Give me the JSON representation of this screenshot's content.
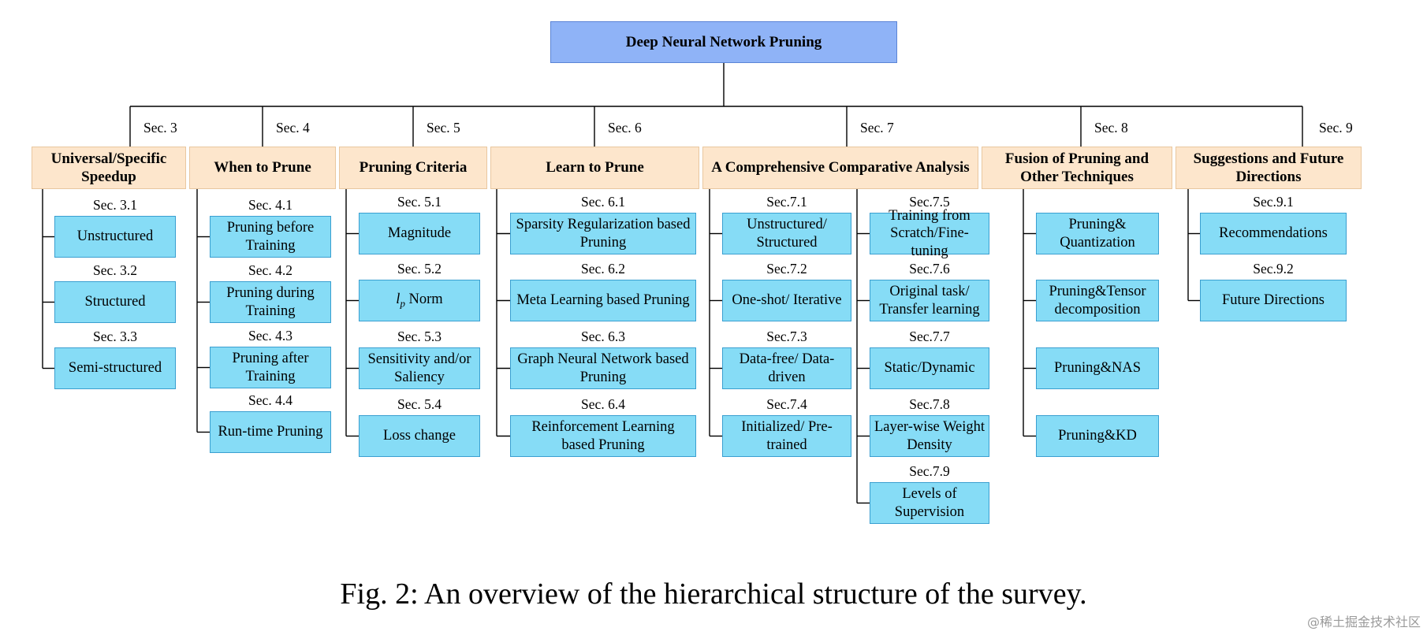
{
  "root": {
    "title": "Deep Neural Network Pruning"
  },
  "categories": [
    {
      "sec": "Sec. 3",
      "title": "Universal/Specific Speedup"
    },
    {
      "sec": "Sec. 4",
      "title": "When to Prune"
    },
    {
      "sec": "Sec. 5",
      "title": "Pruning Criteria"
    },
    {
      "sec": "Sec. 6",
      "title": "Learn to Prune"
    },
    {
      "sec": "Sec. 7",
      "title": "A Comprehensive Comparative Analysis"
    },
    {
      "sec": "Sec. 8",
      "title": "Fusion of Pruning and Other Techniques"
    },
    {
      "sec": "Sec. 9",
      "title": "Suggestions and Future Directions"
    }
  ],
  "leaves": {
    "s3": [
      {
        "label": "Sec. 3.1",
        "text": "Unstructured"
      },
      {
        "label": "Sec. 3.2",
        "text": "Structured"
      },
      {
        "label": "Sec. 3.3",
        "text": "Semi-structured"
      }
    ],
    "s4": [
      {
        "label": "Sec. 4.1",
        "text": "Pruning before Training"
      },
      {
        "label": "Sec. 4.2",
        "text": "Pruning during Training"
      },
      {
        "label": "Sec. 4.3",
        "text": "Pruning after Training"
      },
      {
        "label": "Sec. 4.4",
        "text": "Run-time Pruning"
      }
    ],
    "s5": [
      {
        "label": "Sec. 5.1",
        "text": "Magnitude"
      },
      {
        "label": "Sec. 5.2",
        "text": "lp Norm"
      },
      {
        "label": "Sec. 5.3",
        "text": "Sensitivity and/or Saliency"
      },
      {
        "label": "Sec. 5.4",
        "text": "Loss change"
      }
    ],
    "s6": [
      {
        "label": "Sec. 6.1",
        "text": "Sparsity Regularization based Pruning"
      },
      {
        "label": "Sec. 6.2",
        "text": "Meta Learning based Pruning"
      },
      {
        "label": "Sec. 6.3",
        "text": "Graph Neural Network based Pruning"
      },
      {
        "label": "Sec. 6.4",
        "text": "Reinforcement Learning based Pruning"
      }
    ],
    "s7a": [
      {
        "label": "Sec.7.1",
        "text": "Unstructured/ Structured"
      },
      {
        "label": "Sec.7.2",
        "text": "One-shot/ Iterative"
      },
      {
        "label": "Sec.7.3",
        "text": "Data-free/ Data-driven"
      },
      {
        "label": "Sec.7.4",
        "text": "Initialized/ Pre-trained"
      }
    ],
    "s7b": [
      {
        "label": "Sec.7.5",
        "text": "Training from Scratch/Fine-tuning"
      },
      {
        "label": "Sec.7.6",
        "text": "Original task/ Transfer learning"
      },
      {
        "label": "Sec.7.7",
        "text": "Static/Dynamic"
      },
      {
        "label": "Sec.7.8",
        "text": "Layer-wise Weight Density"
      },
      {
        "label": "Sec.7.9",
        "text": "Levels of Supervision"
      }
    ],
    "s8": [
      {
        "label": "",
        "text": "Pruning& Quantization"
      },
      {
        "label": "",
        "text": "Pruning&Tensor decomposition"
      },
      {
        "label": "",
        "text": "Pruning&NAS"
      },
      {
        "label": "",
        "text": "Pruning&KD"
      }
    ],
    "s9": [
      {
        "label": "Sec.9.1",
        "text": "Recommendations"
      },
      {
        "label": "Sec.9.2",
        "text": "Future Directions"
      }
    ]
  },
  "caption": "Fig. 2: An overview of the hierarchical structure of the survey.",
  "watermark": "@稀土掘金技术社区",
  "colors": {
    "root_fill": "#8fb3f7",
    "category_fill": "#fde6cc",
    "leaf_fill": "#86dcf6",
    "line": "#000000"
  }
}
